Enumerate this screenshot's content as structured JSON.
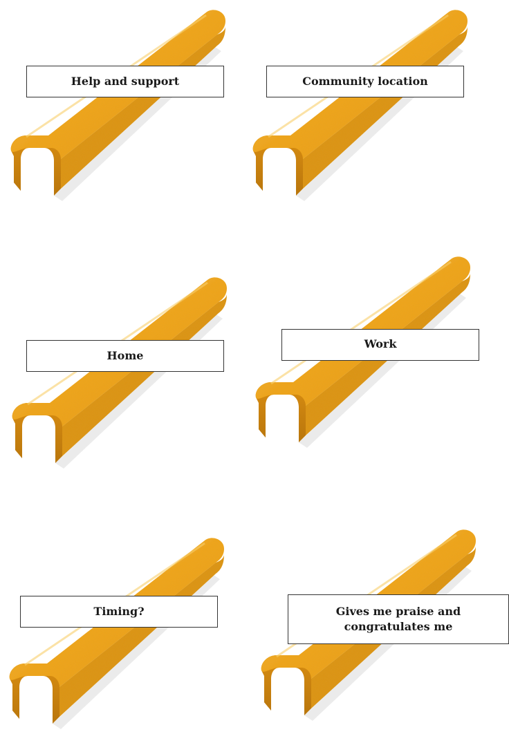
{
  "rung_color": "#F0A51E",
  "rung_shade_color": "#C98312",
  "rung_highlight_color": "#F7C24A",
  "rungs": [
    {
      "label": "Help and support"
    },
    {
      "label": "Community location"
    },
    {
      "label": "Home"
    },
    {
      "label": "Work"
    },
    {
      "label": "Timing?"
    },
    {
      "label_line1": "Gives me praise and",
      "label_line2": "congratulates me"
    }
  ]
}
